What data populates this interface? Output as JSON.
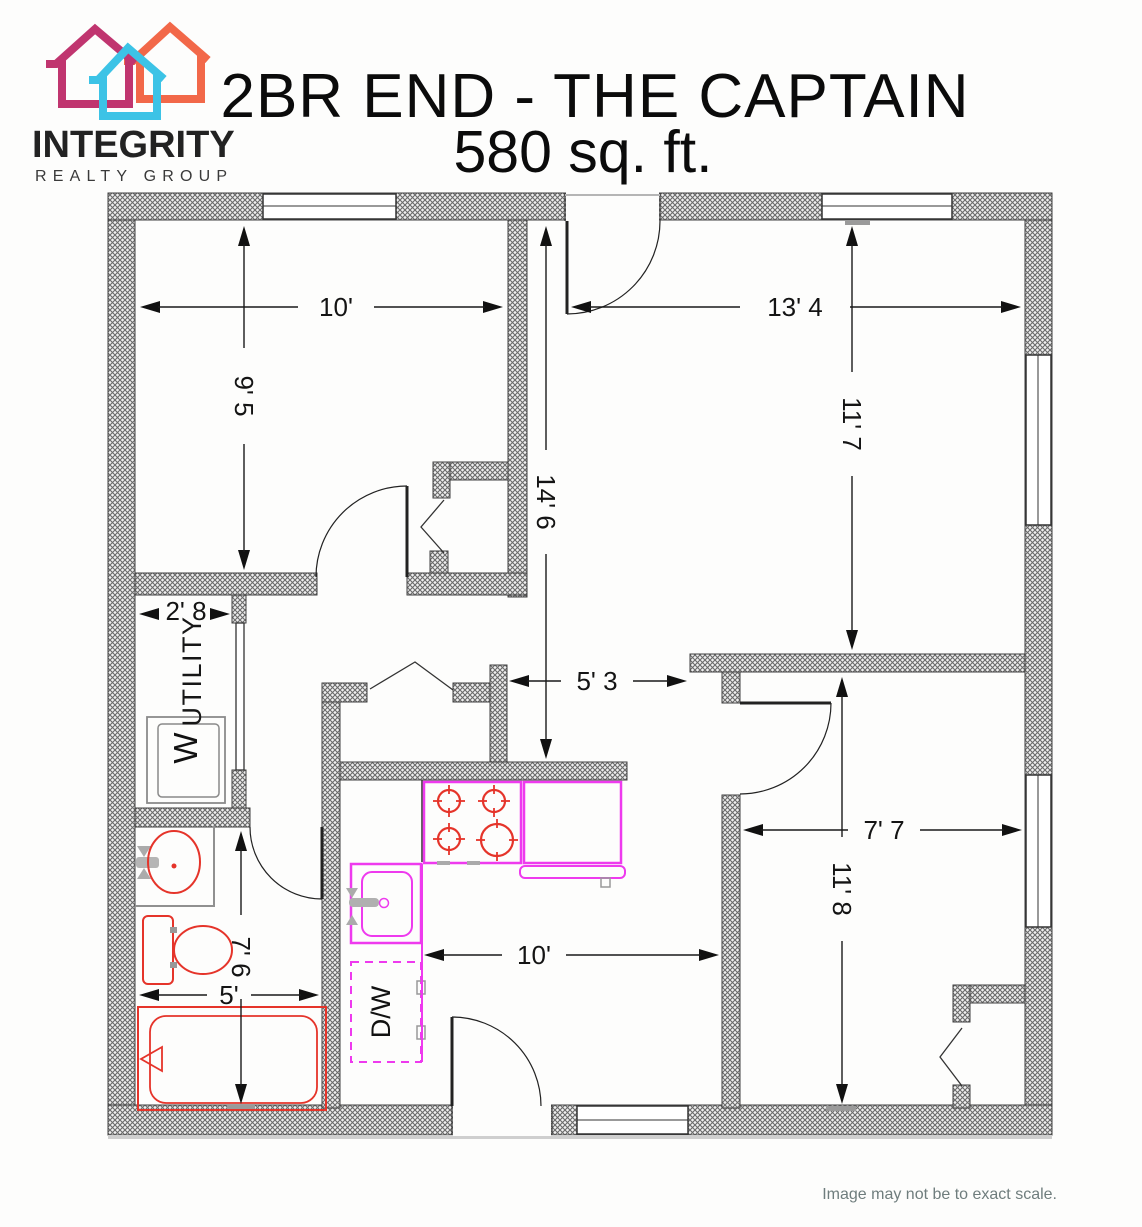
{
  "header": {
    "logo": {
      "line1": "INTEGRITY",
      "line2": "REALTY GROUP",
      "house_magenta": "#c0356f",
      "house_orange": "#f26849",
      "house_cyan": "#3cc3e6"
    },
    "title": "2BR END - THE CAPTAIN",
    "subtitle": "580 sq. ft."
  },
  "floorplan": {
    "labels": {
      "utility": "UTILITY",
      "washer": "W",
      "dishwasher": "D/W"
    },
    "dimensions": {
      "bedroom1_width": "10'",
      "bedroom1_depth": "9' 5",
      "living_width": "13' 4",
      "living_depth": "11' 7",
      "hall_depth": "14' 6",
      "utility_width": "2' 8",
      "passage_width": "5' 3",
      "bedroom2_width": "7' 7",
      "bedroom2_depth": "11' 8",
      "bathroom_depth": "7' 6",
      "bathroom_width": "5'",
      "kitchen_width": "10'"
    },
    "colors": {
      "fixture_red": "#e5342a",
      "kitchen_magenta": "#ee3aee",
      "wall_hatch": "#666666"
    }
  },
  "footer": {
    "disclaimer": "Image may not be to exact scale."
  }
}
